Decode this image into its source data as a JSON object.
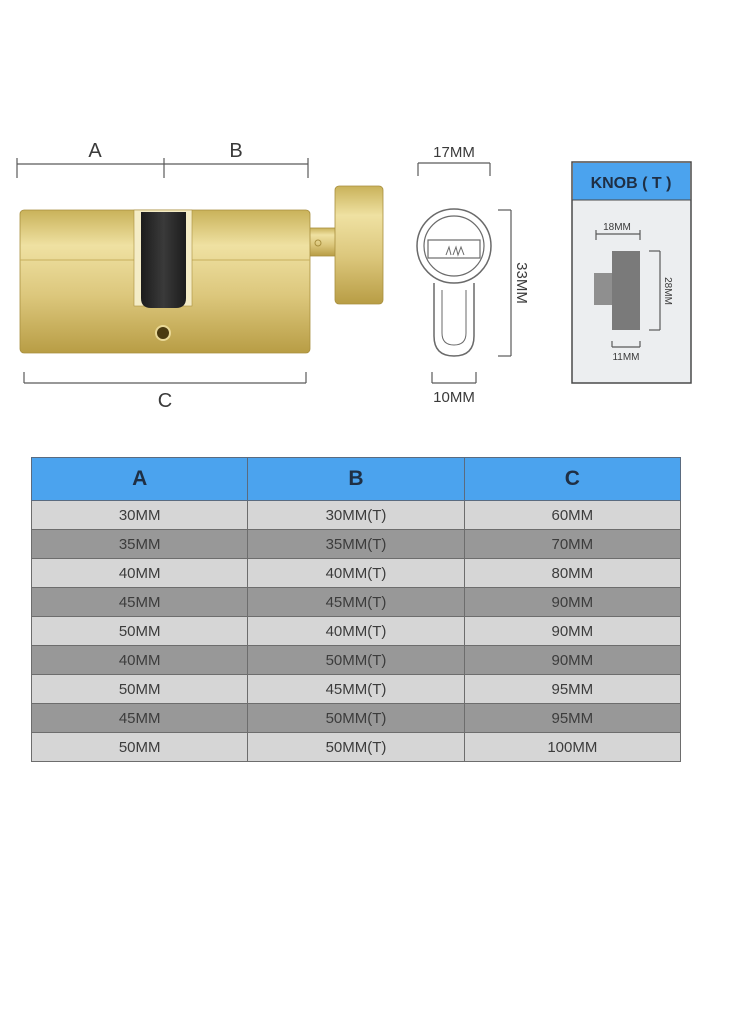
{
  "diagram": {
    "label_a": "A",
    "label_b": "B",
    "label_c": "C",
    "front_width": "17MM",
    "front_height": "33MM",
    "front_bottom": "10MM",
    "knob_title": "KNOB ( T )",
    "knob_width": "18MM",
    "knob_height": "28MM",
    "knob_shaft": "11MM"
  },
  "colors": {
    "brass": "#d9c476",
    "cam": "#2b2b2b",
    "header_blue": "#4ba3ee",
    "row_light": "#d6d6d6",
    "row_dark": "#989898"
  },
  "table": {
    "headers": [
      "A",
      "B",
      "C"
    ],
    "rows": [
      [
        "30MM",
        "30MM(T)",
        "60MM"
      ],
      [
        "35MM",
        "35MM(T)",
        "70MM"
      ],
      [
        "40MM",
        "40MM(T)",
        "80MM"
      ],
      [
        "45MM",
        "45MM(T)",
        "90MM"
      ],
      [
        "50MM",
        "40MM(T)",
        "90MM"
      ],
      [
        "40MM",
        "50MM(T)",
        "90MM"
      ],
      [
        "50MM",
        "45MM(T)",
        "95MM"
      ],
      [
        "45MM",
        "50MM(T)",
        "95MM"
      ],
      [
        "50MM",
        "50MM(T)",
        "100MM"
      ]
    ]
  }
}
